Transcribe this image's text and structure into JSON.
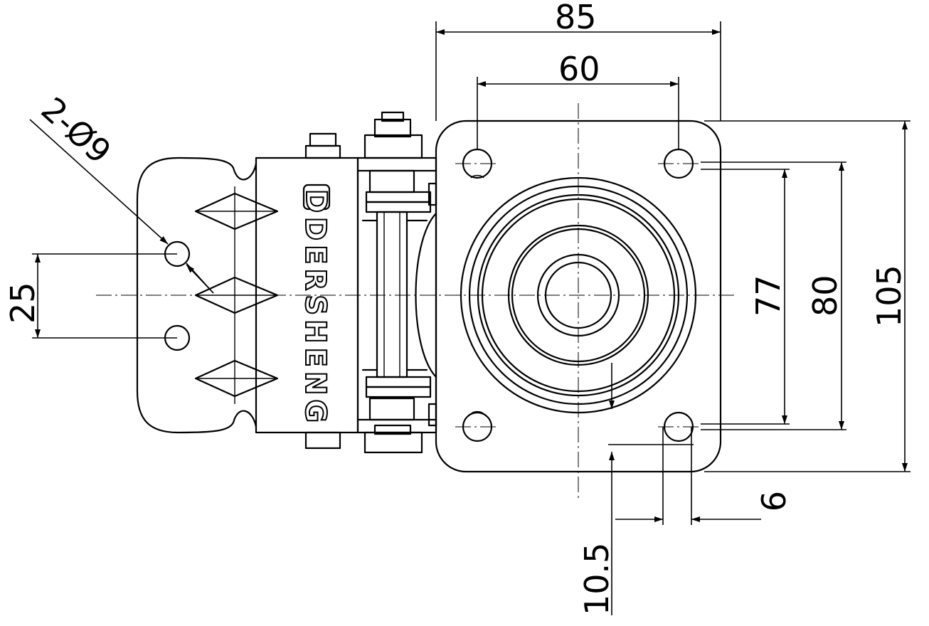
{
  "brand": {
    "text": "DERSHENG",
    "logo_letter": "D"
  },
  "dimensions": {
    "plate_width": "85",
    "hole_spacing_x": "60",
    "hole_spacing_y": "77",
    "slot_outer_y": "80",
    "plate_height": "105",
    "hole_diameter": "9",
    "edge_offset": "10.5",
    "brake_hole_spacing": "25",
    "brake_holes": "2-Ø9"
  }
}
